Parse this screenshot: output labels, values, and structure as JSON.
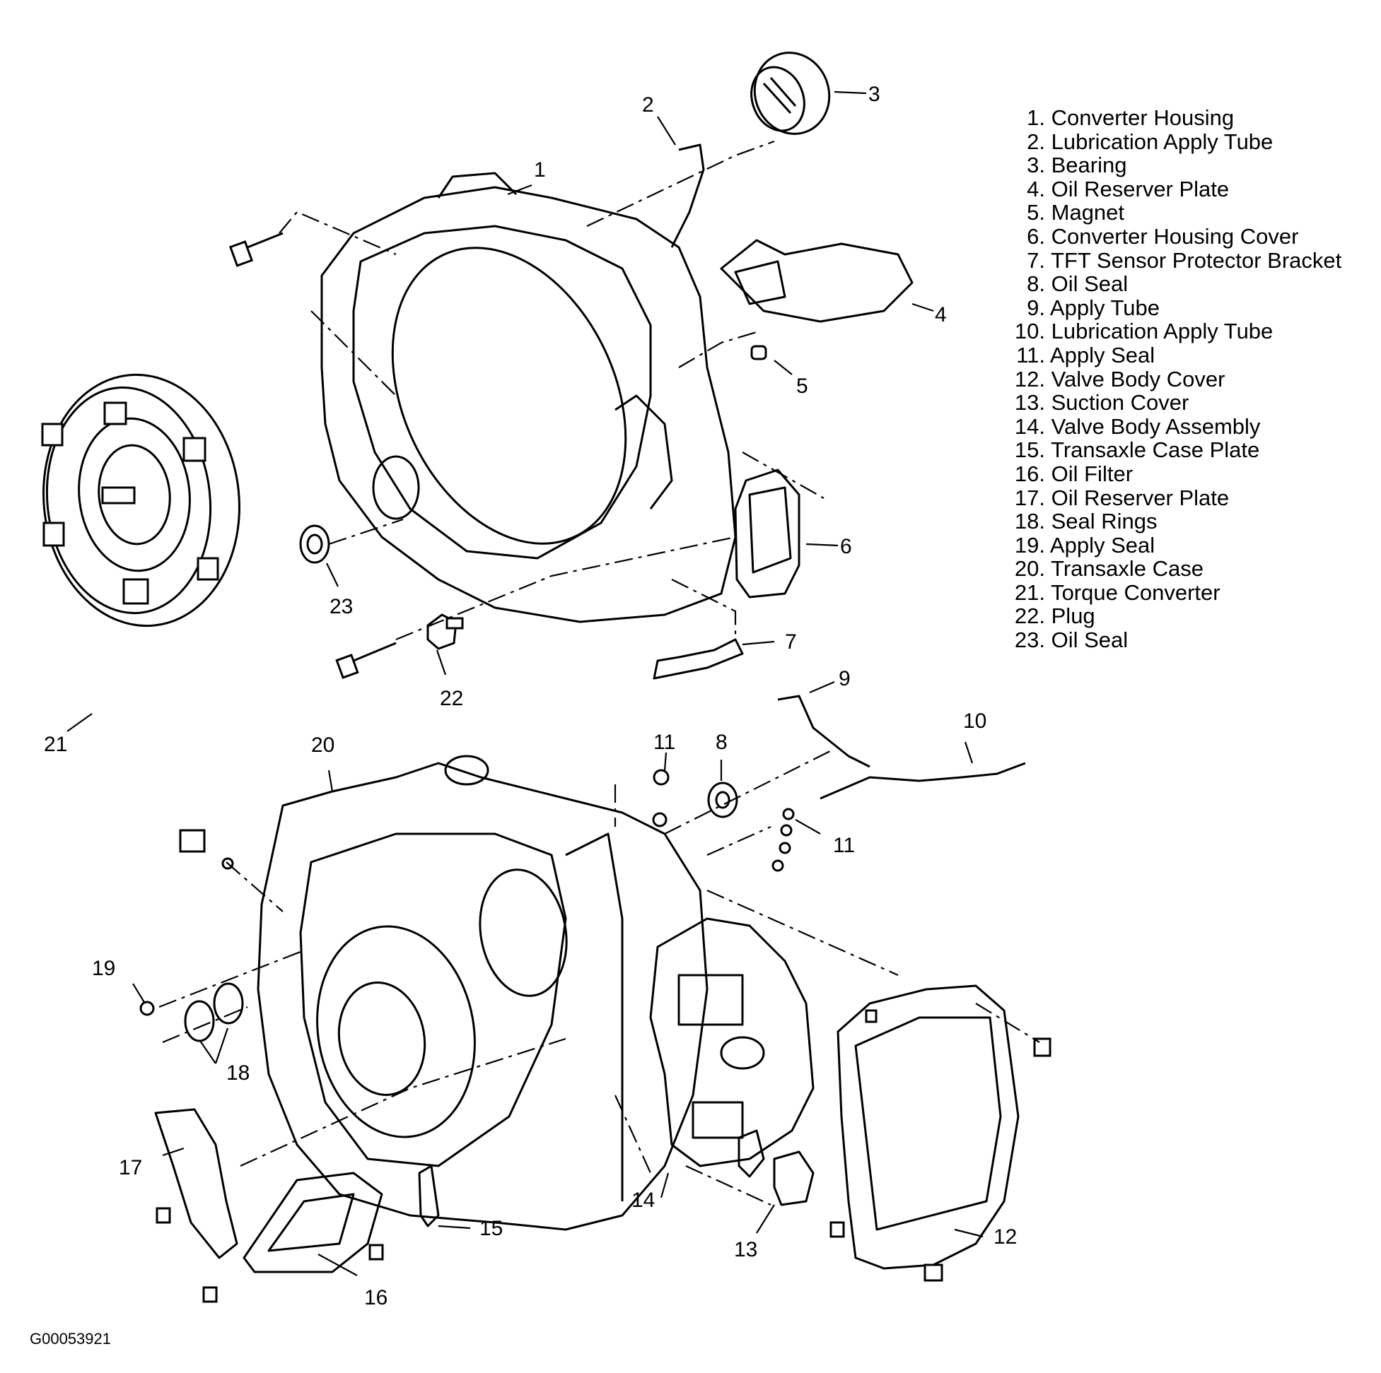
{
  "legend": [
    {
      "num": "1.",
      "label": "Converter Housing"
    },
    {
      "num": "2.",
      "label": "Lubrication Apply Tube"
    },
    {
      "num": "3.",
      "label": "Bearing"
    },
    {
      "num": "4.",
      "label": "Oil Reserver Plate"
    },
    {
      "num": "5.",
      "label": "Magnet"
    },
    {
      "num": "6.",
      "label": "Converter Housing Cover"
    },
    {
      "num": "7.",
      "label": "TFT Sensor Protector Bracket"
    },
    {
      "num": "8.",
      "label": "Oil Seal"
    },
    {
      "num": "9.",
      "label": "Apply Tube"
    },
    {
      "num": "10.",
      "label": "Lubrication Apply Tube"
    },
    {
      "num": "11.",
      "label": "Apply Seal"
    },
    {
      "num": "12.",
      "label": "Valve Body Cover"
    },
    {
      "num": "13.",
      "label": "Suction Cover"
    },
    {
      "num": "14.",
      "label": "Valve Body Assembly"
    },
    {
      "num": "15.",
      "label": "Transaxle Case Plate"
    },
    {
      "num": "16.",
      "label": "Oil Filter"
    },
    {
      "num": "17.",
      "label": "Oil Reserver Plate"
    },
    {
      "num": "18.",
      "label": "Seal Rings"
    },
    {
      "num": "19.",
      "label": "Apply Seal"
    },
    {
      "num": "20.",
      "label": "Transaxle Case"
    },
    {
      "num": "21.",
      "label": "Torque Converter"
    },
    {
      "num": "22.",
      "label": "Plug"
    },
    {
      "num": "23.",
      "label": "Oil Seal"
    }
  ],
  "callouts": {
    "c1": "1",
    "c2": "2",
    "c3": "3",
    "c4": "4",
    "c5": "5",
    "c6": "6",
    "c7": "7",
    "c8": "8",
    "c9": "9",
    "c10": "10",
    "c11a": "11",
    "c11b": "11",
    "c12": "12",
    "c13": "13",
    "c14": "14",
    "c15": "15",
    "c16": "16",
    "c17": "17",
    "c18": "18",
    "c19": "19",
    "c20": "20",
    "c21": "21",
    "c22": "22",
    "c23": "23"
  },
  "figure_id": "G00053921",
  "colors": {
    "line": "#000000",
    "background": "#ffffff"
  }
}
